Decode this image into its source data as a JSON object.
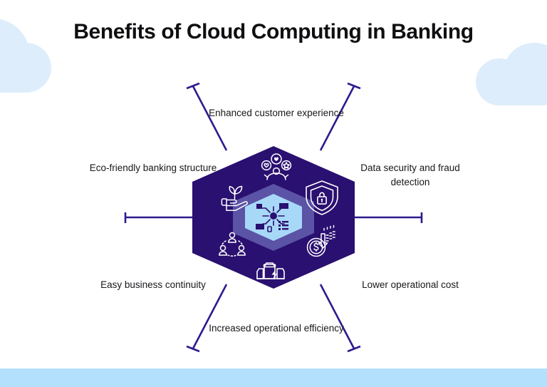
{
  "page": {
    "title": "Benefits of Cloud Computing in Banking",
    "background_color": "#ffffff",
    "bottom_bar_color": "#b3e0fc",
    "cloud_color": "#ddedfb"
  },
  "diagram": {
    "type": "hexagon-radial",
    "hex_outer_color": "#2a1070",
    "hex_mid_color": "#5b53a6",
    "hex_core_color": "#a8d8f8",
    "connector_color": "#2e1a8f",
    "icon_color": "#ffffff",
    "core_icon": "cloud-network-chip-icon",
    "benefits": [
      {
        "id": "enhanced-customer-experience",
        "label": "Enhanced customer experience",
        "position": "top",
        "icon": "customer-satisfaction-icon"
      },
      {
        "id": "data-security-and-fraud-detection",
        "label": "Data security and fraud detection",
        "position": "top-right",
        "icon": "shield-lock-icon"
      },
      {
        "id": "lower-operational-cost",
        "label": "Lower operational cost",
        "position": "bottom-right",
        "icon": "cost-down-dollar-icon"
      },
      {
        "id": "increased-operational-efficiency",
        "label": "Increased operational efficiency",
        "position": "bottom",
        "icon": "power-plant-bolt-icon"
      },
      {
        "id": "easy-business-continuity",
        "label": "Easy business continuity",
        "position": "bottom-left",
        "icon": "team-network-icon"
      },
      {
        "id": "eco-friendly-banking-structure",
        "label": "Eco-friendly banking structure",
        "position": "top-left",
        "icon": "hand-plant-eco-icon"
      }
    ]
  },
  "labels": {
    "top": "Enhanced customer experience",
    "top_left": "Eco-friendly banking structure",
    "top_right": "Data security and fraud detection",
    "bottom_left": "Easy business continuity",
    "bottom_right": "Lower operational cost",
    "bottom": "Increased operational efficiency"
  }
}
